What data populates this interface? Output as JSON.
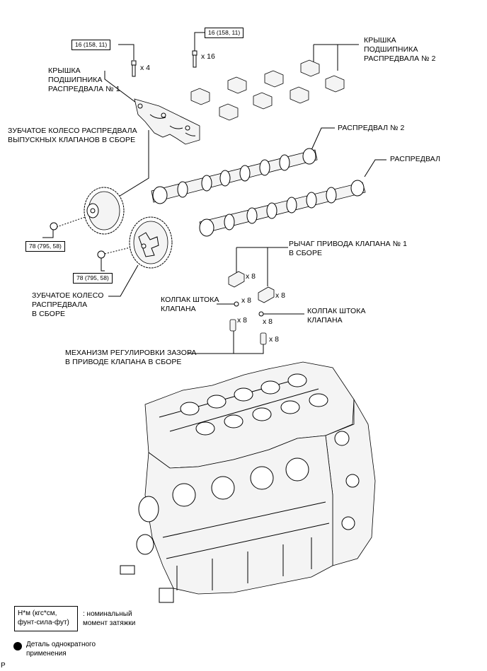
{
  "labels": {
    "bearing_cap_1": "КРЫШКА\nПОДШИПНИКА\nРАСПРЕДВАЛА № 1",
    "bearing_cap_2": "КРЫШКА\nПОДШИПНИКА\nРАСПРЕДВАЛА № 2",
    "exhaust_sprocket": "ЗУБЧАТОЕ КОЛЕСО РАСПРЕДВАЛА\nВЫПУСКНЫХ КЛАПАНОВ В СБОРЕ",
    "camshaft_2": "РАСПРЕДВАЛ № 2",
    "camshaft": "РАСПРЕДВАЛ",
    "rocker_arm": "РЫЧАГ ПРИВОДА КЛАПАНА № 1\nВ СБОРЕ",
    "valve_cap_left": "КОЛПАК ШТОКА\nКЛАПАНА",
    "valve_cap_right": "КОЛПАК ШТОКА\nКЛАПАНА",
    "sprocket": "ЗУБЧАТОЕ КОЛЕСО\nРАСПРЕДВАЛА\nВ СБОРЕ",
    "lash_adjuster": "МЕХАНИЗМ РЕГУЛИРОВКИ ЗАЗОРА\nВ ПРИВОДЕ КЛАПАНА В СБОРЕ"
  },
  "torques": {
    "bolt_cap_1": "16 (158, 11)",
    "bolt_cap_2": "16 (158, 11)",
    "bolt_exhaust_sprocket": "78 (795, 58)",
    "bolt_sprocket": "78 (795, 58)"
  },
  "quantities": {
    "cap_1_bolts": "x 4",
    "cap_2_bolts": "x 16",
    "rocker_left": "x 8",
    "rocker_right": "x 8",
    "valve_cap_left": "x 8",
    "valve_cap_right": "x 8",
    "lash_left": "x 8",
    "lash_right": "x 8"
  },
  "legend": {
    "torque_units": "Н*м (кгс*см,\nфунт-сила-фут)",
    "torque_desc": ": номинальный\nмомент затяжки",
    "single_use": "Деталь однократного\nприменения"
  },
  "corner_mark": "P"
}
